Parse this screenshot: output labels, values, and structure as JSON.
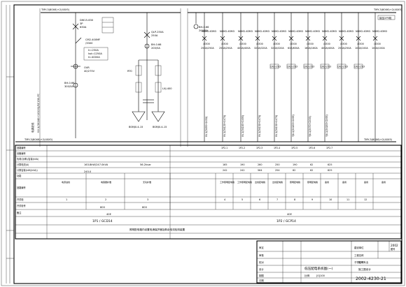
{
  "bus": {
    "left_label": "TMY-3(80X6)+2(40X5)",
    "right_label": "TMY-3(80X6)+2(40X5)",
    "lower_left_label": "TMY-3(80X6)+2(40X5)",
    "lower_right_label": "TMY-3(80X6)+2(40X5)",
    "top_right_note": "接至2P5柜"
  },
  "incoming": {
    "cable_label": "VV-1(3X240+1X120)/SC150-FC",
    "breaker1": [
      "DW15-630",
      "3P",
      "630A"
    ],
    "meter_box": [
      "CM2-400MF",
      "/3300",
      "Ir=250A",
      "Isd=1250A",
      "Ii=4000A"
    ],
    "ct": [
      "BH-0.66",
      "300/5A"
    ],
    "spd": [
      "OVR",
      "40/275V"
    ],
    "label_left": "电源进线"
  },
  "capacitor": {
    "breaker": [
      "QLP-250A",
      "250A"
    ],
    "ct": [
      "BH-0.66",
      "200/5A"
    ],
    "branch_labels": [
      "BSMJ0.4-15",
      "BSMJ0.4-15"
    ],
    "fuse": "RT0",
    "switch": "LXJ-400"
  },
  "feeders": {
    "first_ct": [
      "BH-0.66",
      "200/5A"
    ],
    "breakers": [
      {
        "model": "NDM2-63M3",
        "rating": "/3300",
        "setting": "250A/250A"
      },
      {
        "model": "NDM2-63M3",
        "rating": "/3300",
        "setting": "250A/250A"
      },
      {
        "model": "NDM2-63M3",
        "rating": "/3300",
        "setting": "400A/400A"
      },
      {
        "model": "NDM2-63M3",
        "rating": "/3300",
        "setting": "320A/320A"
      },
      {
        "model": "NDM2-63M3",
        "rating": "/3300",
        "setting": "320A/320A"
      },
      {
        "model": "NDM2-63M3",
        "rating": "/3300",
        "setting": "63A/630A"
      },
      {
        "model": "NDM2-63M3",
        "rating": "/3300",
        "setting": "160A/160A"
      },
      {
        "model": "NDM2-63M3",
        "rating": "/3300",
        "setting": "400A/400A"
      },
      {
        "model": "NDM2-63M3",
        "rating": "/3300",
        "setting": "250A/250A"
      },
      {
        "model": "NDM2-63M3",
        "rating": "/3300",
        "setting": "100A/100A"
      },
      {
        "model": "NDM2-63M3",
        "rating": "/3300",
        "setting": "100A/100A"
      }
    ],
    "ct_boxes": [
      "CKD-25/3",
      "CKD-25/3",
      "CKD-25/3",
      "CKD-25/3",
      "CKD-25/3",
      "CKD-25/3"
    ],
    "cable_labels": [
      "VV-1(3X95+1X50)",
      "VV-1(3X120+1X70)",
      "VV-1(3X185+1X95)",
      "VV-1(3X150+1X70)",
      "VV-1(3X150+1X70)",
      "YJV-1(3X185+2X95)",
      "YJV-1(3X70+2X35)",
      "YJV-1(3X185+2X95)"
    ]
  },
  "table": {
    "row_headers": [
      "回路编号",
      "设备编号",
      "负荷(功率)/容量(kVA)",
      "计算电流(A)",
      "计算容量(kW/(kVA))",
      "功能",
      "回路编号",
      "开关柜",
      "开关柜号",
      "备注"
    ],
    "load_values": [
      "163.8kW/247.0kVA",
      "56.2kvar"
    ],
    "current_value": "245.0",
    "col_numbers": [
      "1",
      "2",
      "3",
      "4",
      "5",
      "6",
      "7",
      "8",
      "9",
      "10",
      "11",
      "12"
    ],
    "feeder_ids": [
      "1P2-1",
      "1P2-2",
      "1P2-3",
      "1P2-4",
      "1P2-5",
      "1P2-6",
      "1P2-7"
    ],
    "feeder_loads": [
      "165",
      "190",
      "260",
      "250",
      "190",
      "62",
      "625"
    ],
    "feeder_currents": [
      "242",
      "242",
      "564",
      "254",
      "82",
      "62",
      "825"
    ],
    "function_labels": [
      "电源进线",
      "电容器补偿",
      "无功补偿",
      "工作照明配电箱",
      "工作照明配电箱",
      "出线配电箱",
      "出线配电箱",
      "照明配电箱",
      "照明配电箱",
      "备用",
      "备用"
    ],
    "function_short": [
      "备用",
      "备用",
      "备用",
      "备用"
    ],
    "cabinet_widths": [
      "800",
      "800"
    ],
    "widths": [
      "40E",
      "40E"
    ],
    "cabinet_names": [
      "1P1 / GCD14",
      "1P2 / GCP14"
    ],
    "note": "照明配电箱内设置电涌保护器及剩余电流检测装置"
  },
  "title_block": {
    "drawing_name": "低压配电系统图(一)",
    "drawing_no": "2002-4230-21",
    "code": "2002",
    "code_sub": "图号",
    "left_cells": [
      "审定",
      "审核",
      "校对",
      "设计",
      "制图",
      "日期"
    ],
    "right_cells": [
      "建设单位",
      "工程名称",
      "子项名称"
    ],
    "right_values": [
      "电气专业",
      "施工图设计"
    ],
    "scale_label": "比例",
    "date_code": "[0]100"
  }
}
